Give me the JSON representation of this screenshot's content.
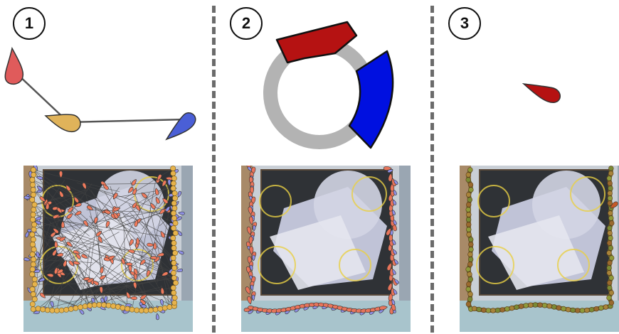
{
  "panels": [
    {
      "number": "1"
    },
    {
      "number": "2"
    },
    {
      "number": "3"
    }
  ],
  "colors": {
    "red": "#e05b5b",
    "dark_red": "#b51212",
    "blue": "#4a5fd6",
    "pure_blue": "#0010e0",
    "gold": "#e0b35a",
    "ring_gray": "#b3b3b3",
    "divider_gray": "#6b6b6b",
    "lilac": "#8f90e6",
    "salmon": "#f07a5c",
    "olive": "#8e9a3a"
  }
}
